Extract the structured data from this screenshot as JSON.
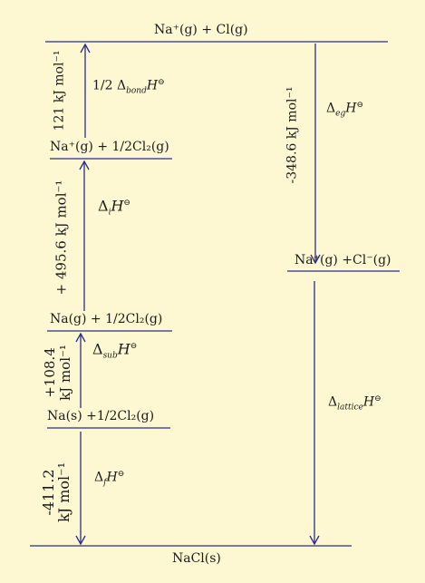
{
  "colors": {
    "background": "#fdf8d2",
    "line": "#2a2d8a",
    "text": "#1a1a1a"
  },
  "levels": {
    "top": "Na⁺(g) + Cl(g)",
    "na_ion_half_cl2": "Na⁺(g) + 1/2Cl₂(g)",
    "na_gas_half_cl2": "Na(g) + 1/2Cl₂(g)",
    "na_solid_half_cl2": "Na(s) +1/2Cl₂(g)",
    "na_ion_cl_ion": "Na⁺(g) +Cl⁻(g)",
    "bottom": "NaCl(s)"
  },
  "values": {
    "bond": "121 kJ mol⁻¹",
    "ionization": "+ 495.6  kJ mol⁻¹",
    "sublimation_line1": "+108.4",
    "sublimation_line2": "kJ mol⁻¹",
    "formation_line1": "-411.2",
    "formation_line2": "kJ mol⁻¹",
    "electron_gain": "-348.6 kJ mol⁻¹"
  },
  "symbols": {
    "half": "1/2",
    "delta": "Δ",
    "h": "H",
    "standard": "⊖",
    "bond_sub": "bond",
    "ionization_sub": "i",
    "sublimation_sub": "sub",
    "formation_sub": "f",
    "electron_gain_sub": "eg",
    "lattice_sub": "lattice"
  }
}
